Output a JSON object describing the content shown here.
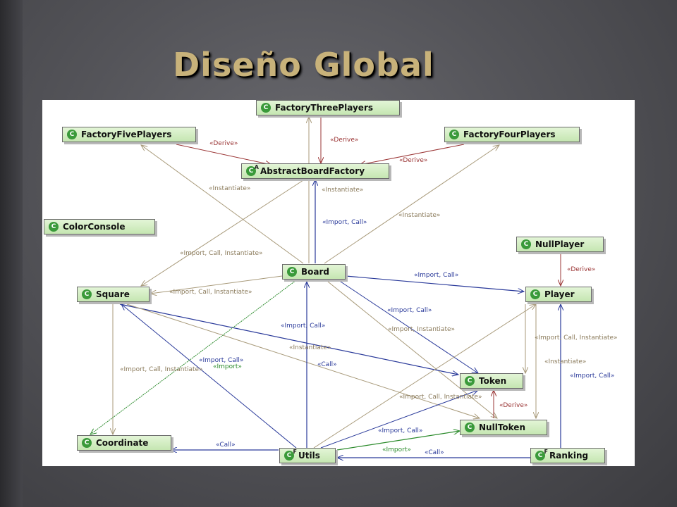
{
  "slide": {
    "title": "Diseño Global"
  },
  "colors": {
    "instantiate": "#a89a7a",
    "derive": "#9a3434",
    "import": "#2a3a9a",
    "import_green": "#2a8a2a"
  },
  "nodes": {
    "factory_three": "FactoryThreePlayers",
    "factory_five": "FactoryFivePlayers",
    "factory_four": "FactoryFourPlayers",
    "abstract_factory": "AbstractBoardFactory",
    "color_console": "ColorConsole",
    "null_player": "NullPlayer",
    "board": "Board",
    "square": "Square",
    "player": "Player",
    "token": "Token",
    "null_token": "NullToken",
    "coordinate": "Coordinate",
    "utils": "Utils",
    "ranking": "Ranking"
  },
  "icons": {
    "class": "class-icon",
    "abstract": "abstract-class-icon",
    "final": "final-class-icon"
  },
  "labels": {
    "derive_five": "«Derive»",
    "derive_three": "«Derive»",
    "derive_four": "«Derive»",
    "instantiate_five": "«Instantiate»",
    "instantiate_three": "«Instantiate»",
    "instantiate_four": "«Instantiate»",
    "import_call_board_abstract": "«Import, Call»",
    "import_call_inst_square_abstract": "«Import, Call, Instantiate»",
    "derive_nullplayer": "«Derive»",
    "import_call_inst_board_square": "«Import, Call, Instantiate»",
    "import_call_board_player": "«Import, Call»",
    "import_call_board_token": "«Import, Call»",
    "import_inst_board_nulltoken": "«Import, Instantiate»",
    "import_call_square_token": "«Import, Call»",
    "instantiate_square_nulltoken": "«Instantiate»",
    "import_call_utils_square": "«Import, Call»",
    "import_utils_board": "«Import»",
    "call_utils_board": "«Call»",
    "import_call_inst_square_coord": "«Import, Call, Instantiate»",
    "import_call_inst_player_nulltoken": "«Import, Call, Instantiate»",
    "instantiate_player_token": "«Instantiate»",
    "import_call_ranking_player": "«Import, Call»",
    "import_call_inst_utils_player": "«Import, Call, Instantiate»",
    "derive_nulltoken": "«Derive»",
    "import_call_utils_token": "«Import, Call»",
    "call_utils_coord": "«Call»",
    "import_utils_nulltoken": "«Import»",
    "call_ranking_utils": "«Call»"
  }
}
